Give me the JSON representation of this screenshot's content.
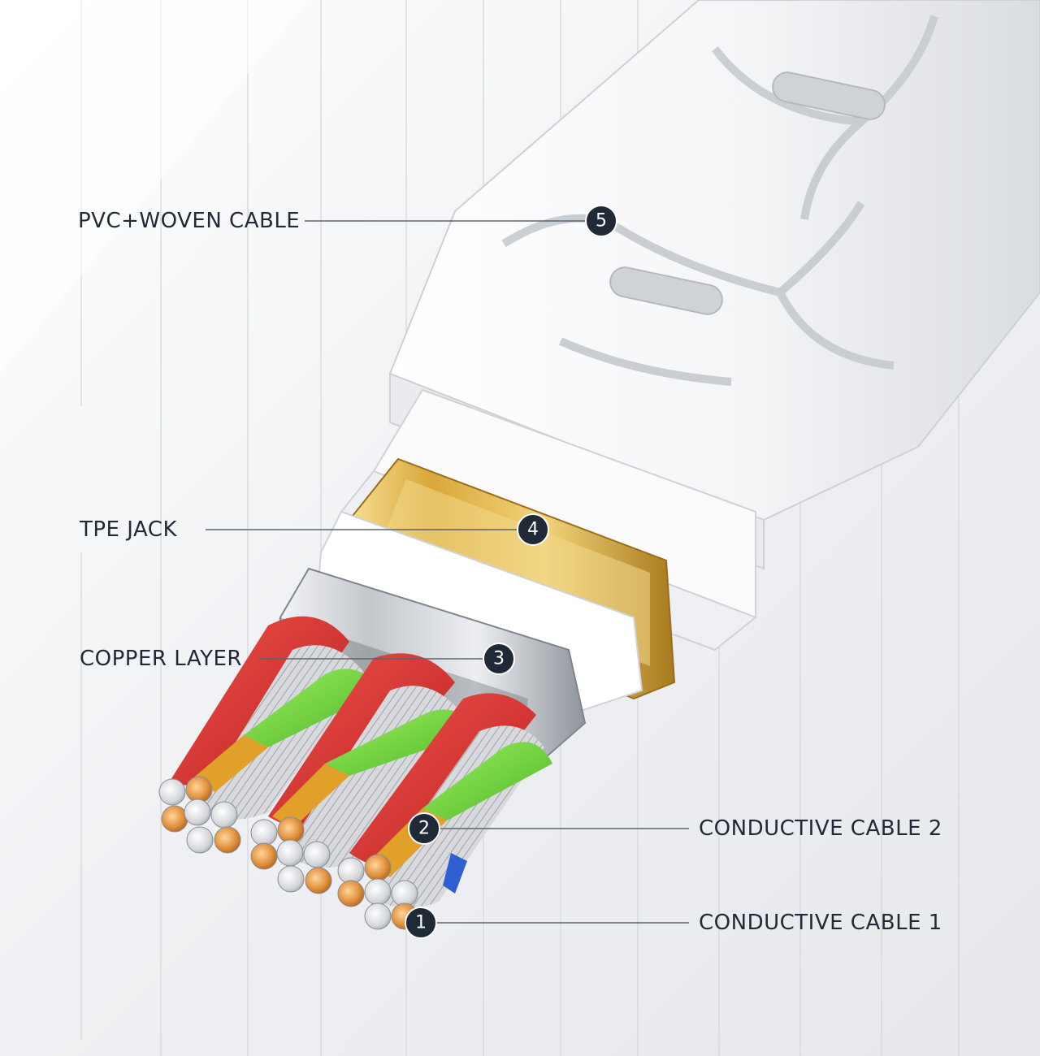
{
  "callouts": [
    {
      "number": "5",
      "label": "PVC+WOVEN CABLE"
    },
    {
      "number": "4",
      "label": "TPE JACK"
    },
    {
      "number": "3",
      "label": "COPPER LAYER"
    },
    {
      "number": "2",
      "label": "CONDUCTIVE CABLE 2"
    },
    {
      "number": "1",
      "label": "CONDUCTIVE CABLE 1"
    }
  ],
  "colors": {
    "background": "#f3f4f6",
    "label_text": "#1f2a36",
    "badge_fill": "#1f2a36",
    "leader_line": "#5b6470",
    "outer_jacket": "#f2f3f5",
    "tpe_jack": "#ffffff",
    "gold_band": "#d9a73a",
    "copper_layer": "#c9ccd0",
    "red_insulation": "#d8322f",
    "green_insulation": "#6cd33b",
    "copper_core": "#d98a3a",
    "tinned_core": "#d4d6da"
  }
}
